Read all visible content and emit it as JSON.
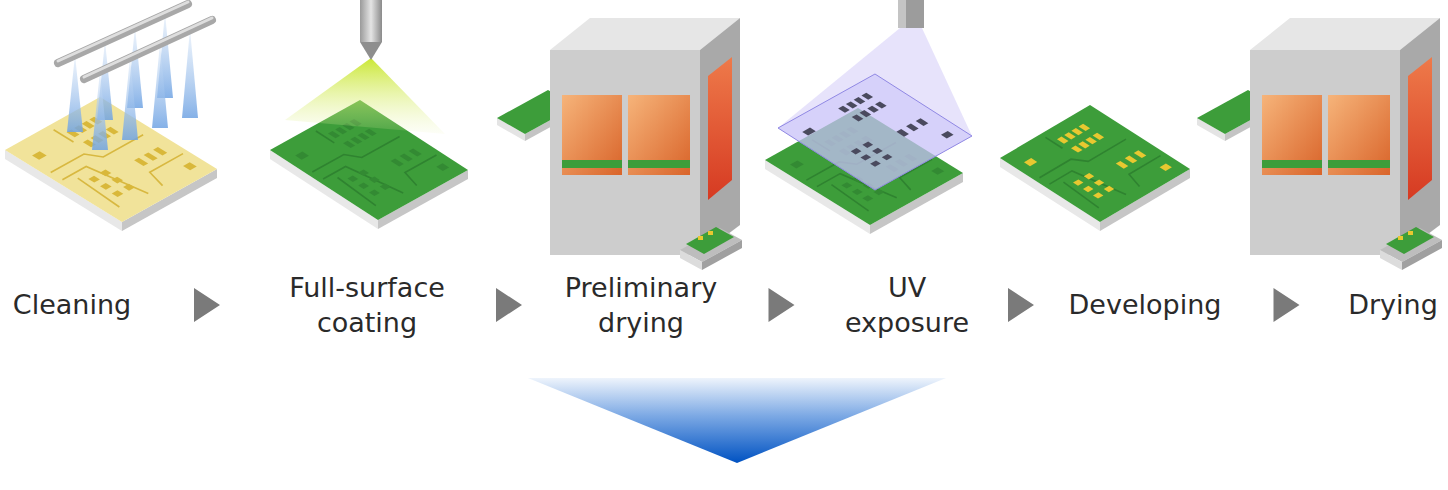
{
  "diagram": {
    "nodes": [
      {
        "text": [
          "Cleaning"
        ]
      },
      {
        "text": [
          "Full-surface coating"
        ]
      },
      {
        "text": [
          "Preliminary drying"
        ]
      },
      {
        "text": [
          "UV exposure"
        ]
      },
      {
        "text": [
          "Developing"
        ]
      },
      {
        "text": [
          "Drying"
        ]
      }
    ],
    "edges": [
      {
        "from": 0,
        "to": 1,
        "arrow": "to"
      },
      {
        "from": 1,
        "to": 2,
        "arrow": "to"
      },
      {
        "from": 2,
        "to": 3,
        "arrow": "to"
      },
      {
        "from": 3,
        "to": 4,
        "arrow": "to"
      },
      {
        "from": 4,
        "to": 5,
        "arrow": "to"
      }
    ]
  }
}
